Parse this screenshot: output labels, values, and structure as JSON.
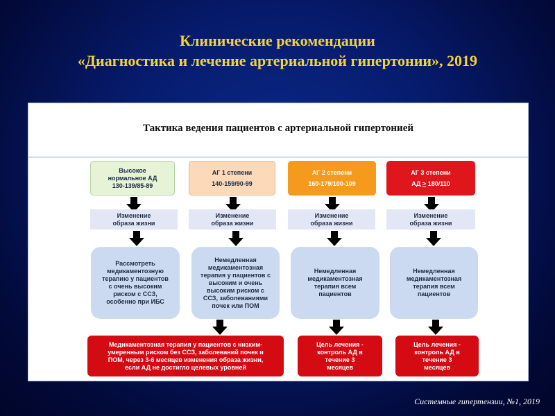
{
  "title": {
    "line1": "Клинические рекомендации",
    "line2": "«Диагностика и лечение артериальной гипертонии», 2019"
  },
  "panel": {
    "title": "Тактика ведения пациентов с артериальной гипертонией"
  },
  "stages": [
    {
      "name": "Высокое нормальное АД",
      "lines": [
        "Высокое",
        "нормальное  АД",
        "130-139/85-89"
      ],
      "color": "#e6f3d6"
    },
    {
      "name": "АГ 1 степени",
      "lines": [
        "АГ 1 степени",
        "140-159/90-99"
      ],
      "color": "#fbd9b9"
    },
    {
      "name": "АГ 2 степени",
      "lines": [
        "АГ 2 степени",
        "160-179/100-109"
      ],
      "color": "#f59a1c"
    },
    {
      "name": "АГ 3 степени",
      "lines": [
        "АГ 3 степени",
        "АД > 180/110"
      ],
      "color": "#e0161d"
    }
  ],
  "lifestyle": {
    "lines": [
      "Изменение",
      "образа жизни"
    ]
  },
  "therapy": [
    {
      "lines": [
        "Рассмотреть",
        "медикаментозную",
        "терапию у пациентов",
        "с очень высоким",
        "риском  с ССЗ,",
        "особенно при ИБС"
      ]
    },
    {
      "lines": [
        "Немедленная",
        "медикаментозная",
        "терапия у пациентов с",
        "высоким и очень",
        "высоким риском с",
        "ССЗ, заболеваниями",
        "почек или ПОМ"
      ]
    },
    {
      "lines": [
        "Немедленная",
        "медикаментозная",
        "терапия всем",
        "пациентов"
      ]
    },
    {
      "lines": [
        "Немедленная",
        "медикаментозная",
        "терапия всем",
        "пациентов"
      ]
    }
  ],
  "outcomes": [
    {
      "lines": [
        "Медикаментозная терапия у пациентов с низким-",
        "умеренным риском без ССЗ, заболеваний почек и",
        "ПОМ,  через 3-6 месяцев изменения образа жизни,",
        "если АД не достигло целевых уровней"
      ]
    },
    {
      "lines": [
        "Цель лечения  -",
        "контроль АД в",
        "течение 3",
        "месяцев"
      ]
    },
    {
      "lines": [
        "Цель лечения  -",
        "контроль АД в",
        "течение 3",
        "месяцев"
      ]
    }
  ],
  "citation": "Системные гипертензии, №1, 2019"
}
